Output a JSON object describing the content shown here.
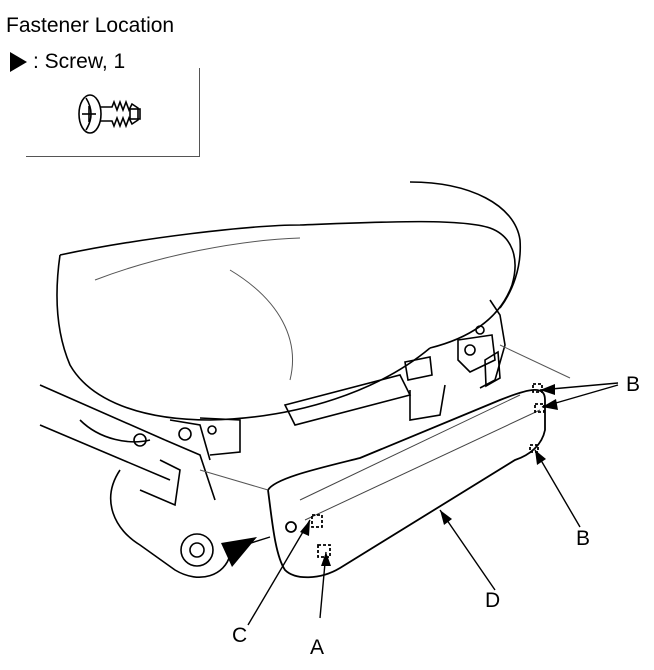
{
  "title": "Fastener Location",
  "legend": {
    "symbol_text": ": Screw, 1"
  },
  "labels": {
    "a": "A",
    "b": "B",
    "c": "C",
    "d": "D"
  },
  "colors": {
    "line": "#000000",
    "thin": "#444444"
  }
}
